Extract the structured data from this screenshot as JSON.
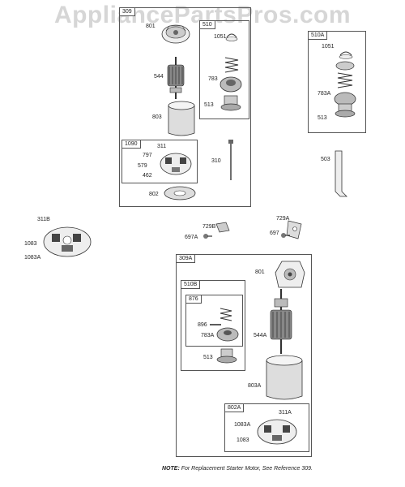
{
  "watermark": "AppliancePartsPros.com",
  "boxes": {
    "b309": "309",
    "b510": "510",
    "b1090": "1090",
    "b510a": "510A",
    "b309a": "309A",
    "b510b": "510B",
    "b876": "876",
    "b802a": "802A"
  },
  "labels": {
    "p801a": "801",
    "p1051a": "1051",
    "p544a": "544",
    "p783a": "783",
    "p513a": "513",
    "p803a": "803",
    "p311a": "311",
    "p797": "797",
    "p579": "579",
    "p462": "462",
    "p310": "310",
    "p802": "802",
    "p1051b": "1051",
    "p783ab": "783A",
    "p513b": "513",
    "p503": "503",
    "p311b": "311B",
    "p1083a": "1083",
    "p1083aa": "1083A",
    "p729b": "729B",
    "p697a": "697A",
    "p729a": "729A",
    "p697": "697",
    "p801b": "801",
    "p896": "896",
    "p783ac": "783A",
    "p544b": "544A",
    "p513c": "513",
    "p803b": "803A",
    "p311c": "311A",
    "p1083ab": "1083A",
    "p1083b": "1083"
  },
  "note": {
    "prefix": "NOTE:",
    "text": "For Replacement Starter Motor, See Reference 309."
  },
  "icons": [
    "end-cap-icon",
    "armature-icon",
    "housing-icon",
    "brush-plate-icon",
    "pinion-gear-icon",
    "spring-icon",
    "retainer-icon",
    "bolt-icon",
    "gasket-icon",
    "bracket-icon",
    "screw-icon"
  ]
}
